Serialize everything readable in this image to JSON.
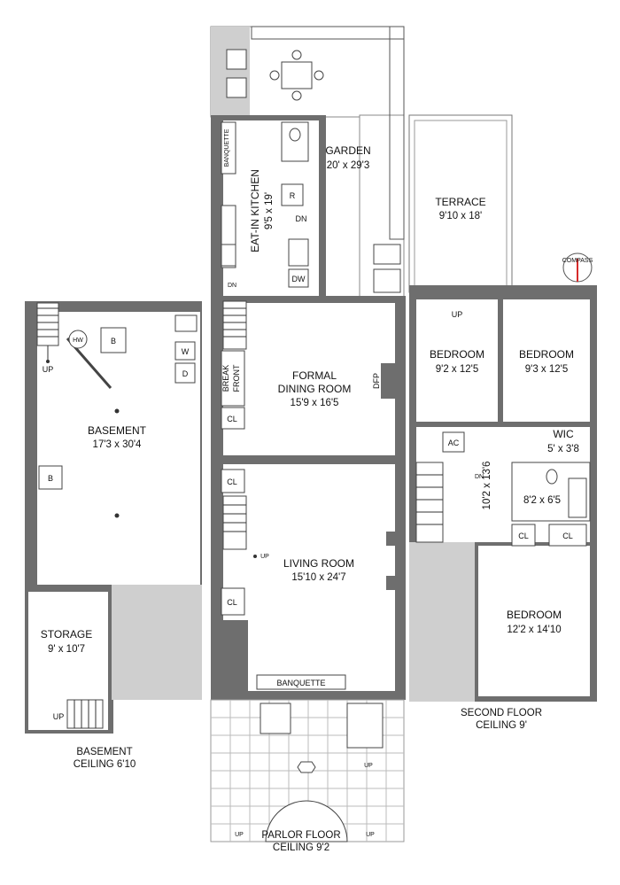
{
  "floors": {
    "basement": {
      "caption_1": "BASEMENT",
      "caption_2": "CEILING 6'10",
      "rooms": {
        "basement": {
          "name": "BASEMENT",
          "dim": "17'3 x 30'4"
        },
        "storage": {
          "name": "STORAGE",
          "dim": "9' x 10'7"
        }
      },
      "fixtures": {
        "hw": "HW",
        "boiler_1": "B",
        "boiler_2": "B",
        "washer": "W",
        "dryer": "D"
      },
      "stairs": {
        "up_top": "UP",
        "up_bottom": "UP"
      }
    },
    "parlor": {
      "caption_1": "PARLOR FLOOR",
      "caption_2": "CEILING 9'2",
      "rooms": {
        "garden": {
          "name": "GARDEN",
          "dim": "20' x 29'3"
        },
        "kitchen": {
          "name": "EAT-IN KITCHEN",
          "dim": "9'5 x 19'"
        },
        "dining": {
          "name_1": "FORMAL",
          "name_2": "DINING ROOM",
          "dim": "15'9 x 16'5"
        },
        "living": {
          "name": "LIVING ROOM",
          "dim": "15'10 x 24'7"
        }
      },
      "labels": {
        "banquette_kitchen": "BANQUETTE",
        "banquette_living": "BANQUETTE",
        "break_front_1": "BREAK",
        "break_front_2": "FRONT",
        "dfp": "DFP",
        "closet_1": "CL",
        "closet_2": "CL",
        "closet_3": "CL",
        "refrigerator": "R",
        "dishwasher": "DW",
        "down": "DN",
        "down_stair": "DN",
        "up_interior": "UP",
        "up_stoop": "UP",
        "up_left": "UP",
        "up_right": "UP"
      }
    },
    "second": {
      "caption_1": "SECOND FLOOR",
      "caption_2": "CEILING 9'",
      "rooms": {
        "terrace": {
          "name": "TERRACE",
          "dim": "9'10 x 18'"
        },
        "bedroom_1": {
          "name": "BEDROOM",
          "dim": "9'2 x 12'5"
        },
        "bedroom_2": {
          "name": "BEDROOM",
          "dim": "9'3 x 12'5"
        },
        "wic": {
          "name": "WIC",
          "dim": "5' x 3'8"
        },
        "hall": {
          "dim": "10'2 x 13'6"
        },
        "bath": {
          "dim": "8'2 x 6'5"
        },
        "bedroom_3": {
          "name": "BEDROOM",
          "dim": "12'2 x 14'10"
        }
      },
      "labels": {
        "ac": "AC",
        "closet_1": "CL",
        "closet_2": "CL",
        "down": "DN",
        "up": "UP"
      },
      "compass": "COMPASS"
    }
  },
  "colors": {
    "wall": "#6e6e6e",
    "yard": "#cfcfcf",
    "line": "#333333",
    "compass_needle": "#d62b2b"
  }
}
